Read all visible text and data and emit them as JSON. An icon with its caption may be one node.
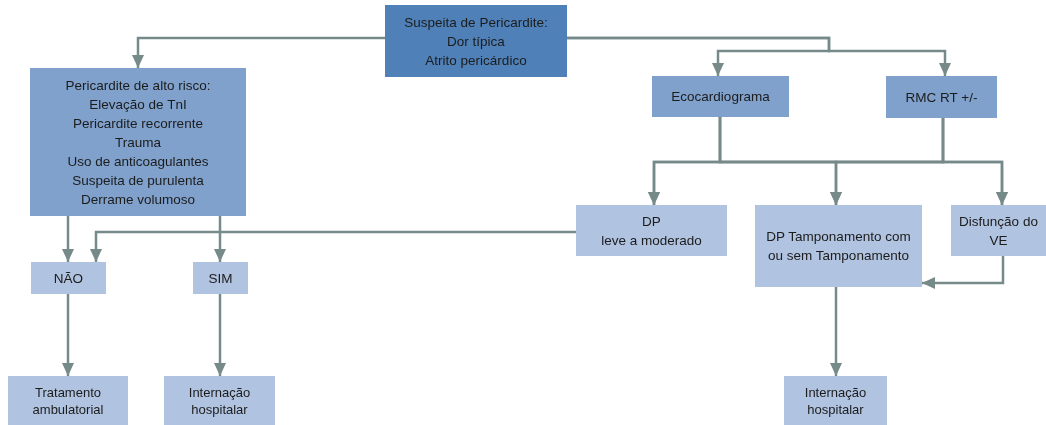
{
  "diagram": {
    "nodes": [
      {
        "text": [
          "Suspeita de Pericardite:",
          "Dor típica",
          "Atrito pericárdico"
        ]
      },
      {
        "text": [
          "Pericardite de alto risco:",
          "Elevação de TnI",
          "Pericardite recorrente",
          "Trauma",
          "Uso de anticoagulantes",
          "Suspeita de purulenta",
          "Derrame volumoso"
        ]
      },
      {
        "text": [
          "Ecocardiograma"
        ]
      },
      {
        "text": [
          "RMC RT +/-"
        ]
      },
      {
        "text": [
          "DP",
          "leve a moderado"
        ]
      },
      {
        "text": [
          "DP Tamponamento com ou sem Tamponamento"
        ]
      },
      {
        "text": [
          "Disfunção do VE"
        ]
      },
      {
        "text": [
          "NÃO"
        ]
      },
      {
        "text": [
          "SIM"
        ]
      },
      {
        "text": [
          "Tratamento ambulatorial"
        ]
      },
      {
        "text": [
          "Internação hospitalar"
        ]
      },
      {
        "text": [
          "Internação hospitalar"
        ]
      }
    ],
    "edges": [
      {
        "from": 0,
        "to": 1,
        "arrow": "to"
      },
      {
        "from": 0,
        "to": 2,
        "arrow": "to"
      },
      {
        "from": 0,
        "to": 3,
        "arrow": "to"
      },
      {
        "from": 1,
        "to": 7,
        "arrow": "to"
      },
      {
        "from": 1,
        "to": 8,
        "arrow": "to"
      },
      {
        "from": 2,
        "to": 4,
        "arrow": "to"
      },
      {
        "from": 2,
        "to": 5,
        "arrow": "to"
      },
      {
        "from": 2,
        "to": 6,
        "arrow": "to"
      },
      {
        "from": 3,
        "to": 4,
        "arrow": "to"
      },
      {
        "from": 3,
        "to": 5,
        "arrow": "to"
      },
      {
        "from": 3,
        "to": 6,
        "arrow": "to"
      },
      {
        "from": 4,
        "to": 7,
        "arrow": "to"
      },
      {
        "from": 6,
        "to": 5,
        "arrow": "to"
      },
      {
        "from": 7,
        "to": 9,
        "arrow": "to"
      },
      {
        "from": 8,
        "to": 10,
        "arrow": "to"
      },
      {
        "from": 5,
        "to": 11,
        "arrow": "to"
      }
    ]
  }
}
